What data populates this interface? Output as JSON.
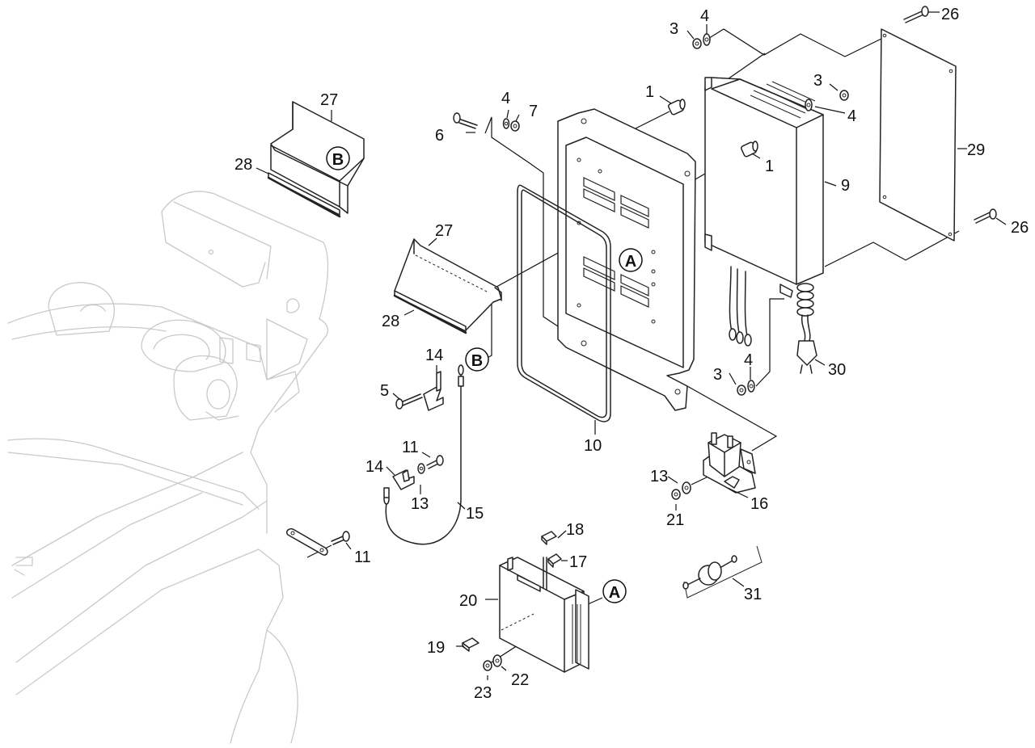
{
  "part_numbers": {
    "p1a": "1",
    "p1b": "1",
    "p3a": "3",
    "p3b": "3",
    "p3c": "3",
    "p4a": "4",
    "p4b": "4",
    "p4c": "4",
    "p4d": "4",
    "p5": "5",
    "p6": "6",
    "p7": "7",
    "p9": "9",
    "p10": "10",
    "p11a": "11",
    "p11b": "11",
    "p13a": "13",
    "p13b": "13",
    "p14a": "14",
    "p14b": "14",
    "p15": "15",
    "p16": "16",
    "p17": "17",
    "p18": "18",
    "p19": "19",
    "p20": "20",
    "p21": "21",
    "p22": "22",
    "p23": "23",
    "p26a": "26",
    "p26b": "26",
    "p27a": "27",
    "p27b": "27",
    "p28a": "28",
    "p28b": "28",
    "p29": "29",
    "p30": "30",
    "p31": "31"
  },
  "callouts": {
    "a_on_housing": "A",
    "a_on_module": "A",
    "b_on_cover_top": "B",
    "b_on_cable": "B"
  },
  "colors": {
    "line": "#222222",
    "ghost_line": "#c9c9c9",
    "background": "#ffffff"
  }
}
